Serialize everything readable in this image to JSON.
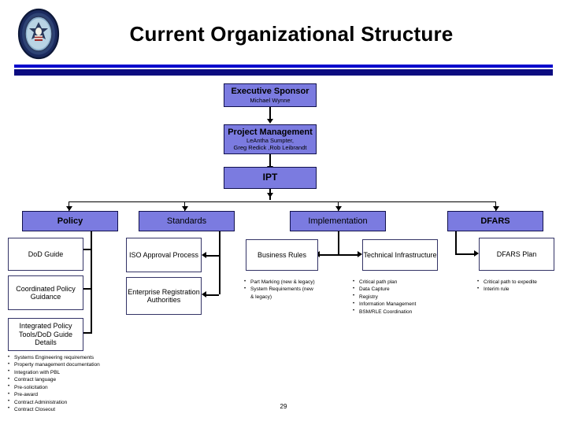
{
  "slide": {
    "title": "Current Organizational Structure",
    "page_number": "29",
    "logo_name": "dod-seal"
  },
  "colors": {
    "box_fill": "#7b7be0",
    "box_border": "#333366",
    "rule_thin": "#0000cc",
    "rule_thick": "#0b0b80"
  },
  "hierarchy": {
    "executive_sponsor": {
      "title": "Executive Sponsor",
      "people": "Michael Wynne"
    },
    "project_management": {
      "title": "Project Management",
      "people_line1": "LeAntha Sumpter,",
      "people_line2": "Greg Redick ,Rob Leibrandt"
    },
    "ipt": {
      "title": "IPT"
    }
  },
  "columns": [
    {
      "header": "Policy",
      "boxes": [
        {
          "label": "DoD Guide"
        },
        {
          "label": "Coordinated Policy Guidance"
        },
        {
          "label": "Integrated Policy Tools/DoD Guide Details"
        }
      ],
      "bullets": [
        "Systems Engineering requirements",
        "Property management documentation",
        "Integration with PBL",
        "Contract language",
        "Pre-solicitation",
        "Pre-award",
        "Contract Administration",
        "Contract Closeout"
      ]
    },
    {
      "header": "Standards",
      "boxes": [
        {
          "label": "ISO Approval Process"
        },
        {
          "label": "Enterprise Registration Authorities"
        }
      ],
      "bullets": []
    },
    {
      "header": "Implementation",
      "boxes": [
        {
          "label": "Business Rules"
        },
        {
          "label": "Technical Infrastructure"
        }
      ],
      "bullets_business_rules": [
        "Part Marking (new & legacy)",
        "System Requirements (new & legacy)"
      ],
      "bullets_technical_infrastructure": [
        "Critical path plan",
        "Data Capture",
        "Registry",
        "Information Management",
        "BSM/RLE Coordination"
      ]
    },
    {
      "header": "DFARS",
      "boxes": [
        {
          "label": "DFARS Plan"
        }
      ],
      "bullets": [
        "Critical path to expedite",
        "Interim rule"
      ]
    }
  ]
}
